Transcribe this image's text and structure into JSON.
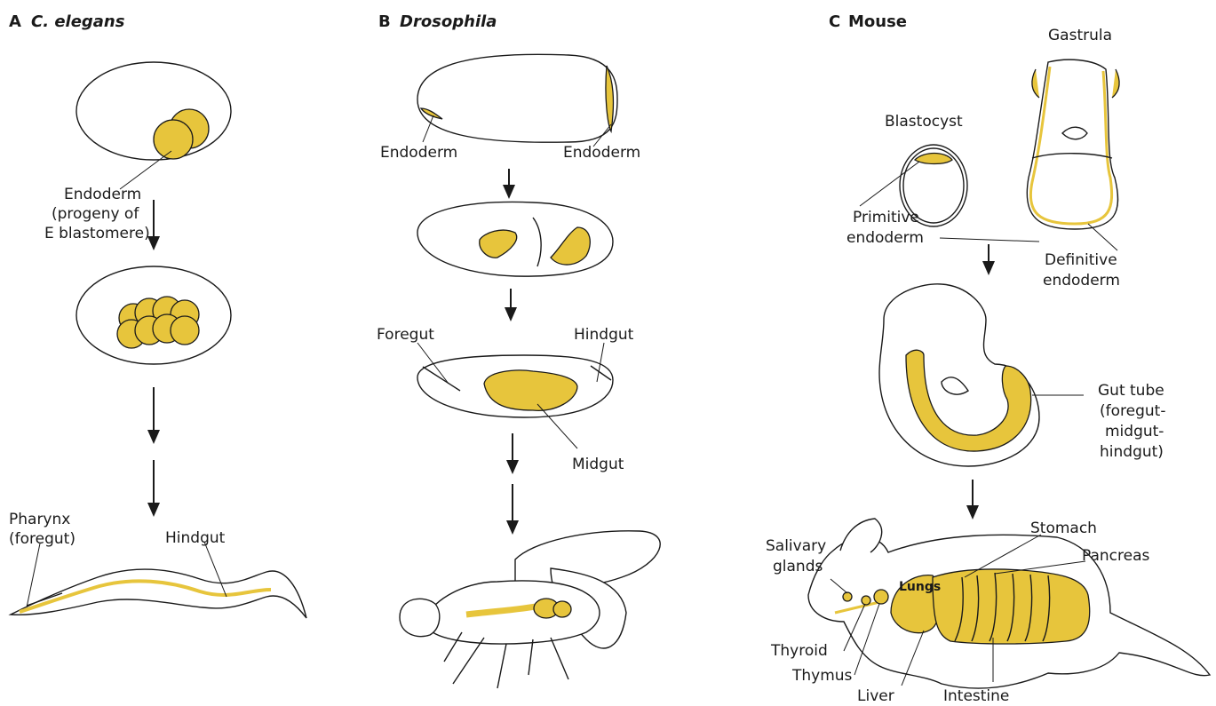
{
  "colors": {
    "endoderm": "#e7c53c",
    "outline": "#1a1a1a",
    "background": "#ffffff"
  },
  "panel_a": {
    "letter": "A",
    "organism": "C. elegans",
    "endoderm_label": [
      "Endoderm",
      "(progeny of",
      "E blastomere)"
    ],
    "pharynx_label": [
      "Pharynx",
      "(foregut)"
    ],
    "hindgut_label": "Hindgut"
  },
  "panel_b": {
    "letter": "B",
    "organism": "Drosophila",
    "endoderm_left": "Endoderm",
    "endoderm_right": "Endoderm",
    "foregut": "Foregut",
    "hindgut": "Hindgut",
    "midgut": "Midgut"
  },
  "panel_c": {
    "letter": "C",
    "organism": "Mouse",
    "gastrula": "Gastrula",
    "blastocyst": "Blastocyst",
    "primitive_endoderm": [
      "Primitive",
      "endoderm"
    ],
    "definitive_endoderm": [
      "Definitive",
      "endoderm"
    ],
    "gut_tube": [
      "Gut tube",
      "(foregut-",
      "midgut-",
      "hindgut)"
    ],
    "salivary_glands": [
      "Salivary",
      "glands"
    ],
    "stomach": "Stomach",
    "pancreas": "Pancreas",
    "lungs": "Lungs",
    "thyroid": "Thyroid",
    "thymus": "Thymus",
    "liver": "Liver",
    "intestine": "Intestine"
  }
}
